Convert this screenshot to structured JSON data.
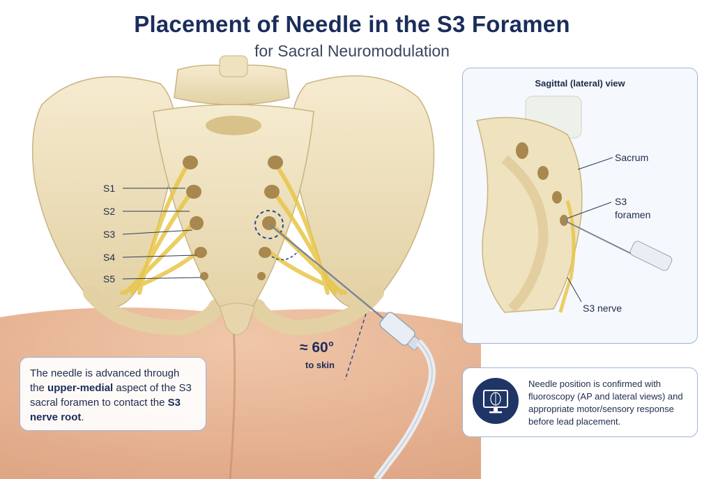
{
  "header": {
    "title": "Placement of Needle in the S3 Foramen",
    "subtitle": "for Sacral Neuromodulation"
  },
  "main_view": {
    "foramen_labels": [
      "S1",
      "S2",
      "S3",
      "S4",
      "S5"
    ],
    "angle": {
      "value": "≈ 60°",
      "caption": "to skin"
    },
    "description": {
      "part1": "The needle is advanced through the ",
      "emphasis1": "upper-medial",
      "part2": " aspect of the S3 sacral foramen to contact the ",
      "emphasis2": "S3 nerve root",
      "part3": "."
    }
  },
  "sagittal_view": {
    "title": "Sagittal (lateral) view",
    "labels": {
      "sacrum": "Sacrum",
      "s3_foramen_line1": "S3",
      "s3_foramen_line2": "foramen",
      "s3_nerve": "S3 nerve"
    }
  },
  "confirmation": {
    "icon": "monitor-icon",
    "text": "Needle position is confirmed with fluoroscopy (AP and lateral views) and appropriate motor/sensory response before lead placement."
  },
  "colors": {
    "title": "#1b2d5b",
    "bone": "#efe2bf",
    "nerve": "#e8c648",
    "skin": "#e7b493",
    "accent": "#2a4a8a"
  }
}
